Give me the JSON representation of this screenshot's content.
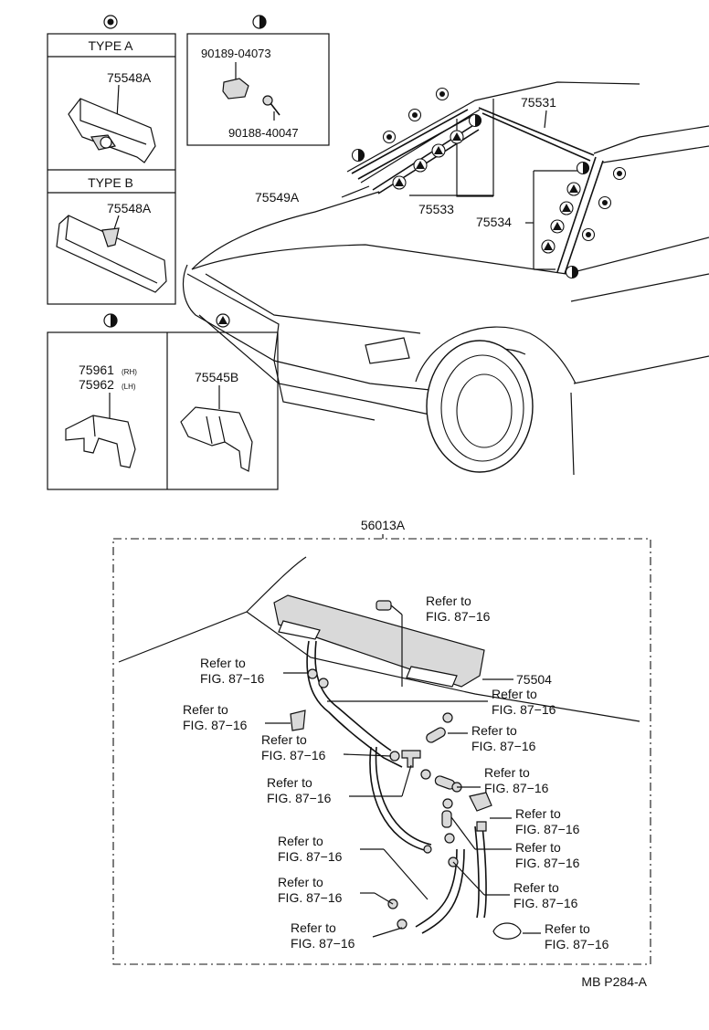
{
  "top_panels": {
    "type_a": {
      "title": "TYPE A",
      "part": "75548A"
    },
    "type_b": {
      "title": "TYPE B",
      "part": "75548A"
    },
    "clips": {
      "part1": "90189-04073",
      "part2": "90188-40047"
    },
    "bracket": {
      "part1": "75961",
      "part1_side": "(RH)",
      "part2": "75962",
      "part2_side": "(LH)"
    },
    "retainer": {
      "part": "75545B"
    }
  },
  "car_callouts": {
    "p75531": "75531",
    "p75549a": "75549A",
    "p75533": "75533",
    "p75534": "75534"
  },
  "washer": {
    "assembly": "56013A",
    "nozzle_part": "75504",
    "refer": "Refer to",
    "fig": "FIG. 87−16"
  },
  "footer": {
    "code": "MB P284-A"
  }
}
